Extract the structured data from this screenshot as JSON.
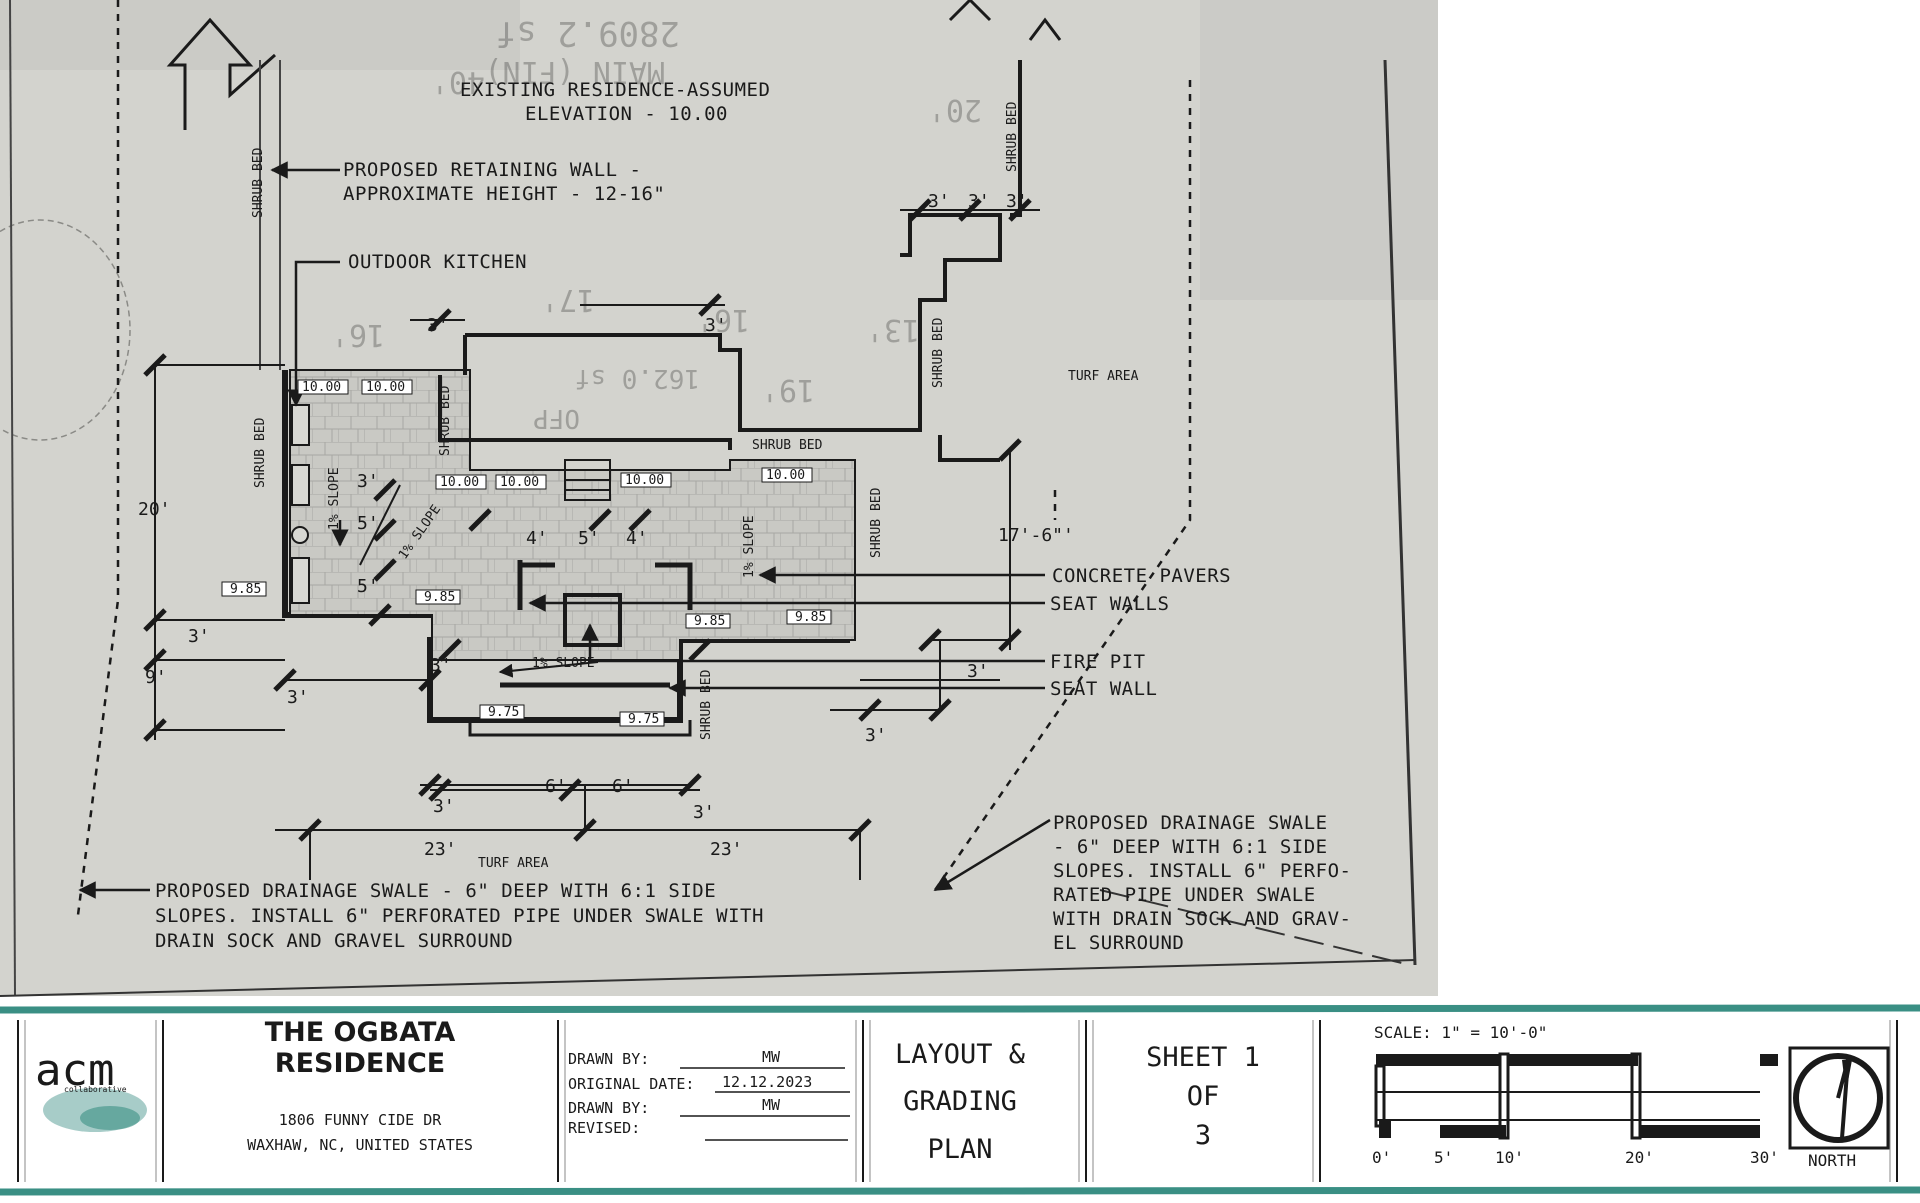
{
  "plan": {
    "residence_note_line1": "EXISTING RESIDENCE-ASSUMED",
    "residence_note_line2": "ELEVATION - 10.00",
    "bg_area": "2809.2 sf",
    "bg_main": "MAIN (FIN)",
    "bg_num_40": "40'",
    "bg_num_20": "20'",
    "bg_num_17": "17'",
    "bg_num_16": "16'",
    "bg_num_13": "13'",
    "bg_num_19": "19'",
    "bg_area2": "162.0 sf",
    "bg_ofp": "OFP",
    "retaining_wall_line1": "PROPOSED RETAINING WALL -",
    "retaining_wall_line2": "APPROXIMATE HEIGHT - 12-16\"",
    "outdoor_kitchen": "OUTDOOR KITCHEN",
    "shrub_bed": "SHRUB BED",
    "turf_area": "TURF AREA",
    "slope_1pct": "1% SLOPE",
    "concrete_pavers": "CONCRETE PAVERS",
    "seat_walls": "SEAT WALLS",
    "fire_pit": "FIRE PIT",
    "seat_wall": "SEAT WALL",
    "elev_1000": "10.00",
    "elev_985": "9.85",
    "elev_975": "9.75",
    "dim_3": "3'",
    "dim_4": "4'",
    "dim_5": "5'",
    "dim_6": "6'",
    "dim_9": "9'",
    "dim_20": "20'",
    "dim_23": "23'",
    "dim_17_6": "17'-6\"'",
    "swale_left_line1": "PROPOSED DRAINAGE SWALE - 6\" DEEP WITH 6:1 SIDE",
    "swale_left_line2": "SLOPES. INSTALL 6\" PERFORATED PIPE UNDER SWALE WITH",
    "swale_left_line3": "DRAIN SOCK AND GRAVEL SURROUND",
    "swale_right_line1": "PROPOSED DRAINAGE SWALE",
    "swale_right_line2": "- 6\" DEEP WITH 6:1 SIDE",
    "swale_right_line3": "SLOPES. INSTALL 6\" PERFO-",
    "swale_right_line4": "RATED PIPE UNDER SWALE",
    "swale_right_line5": "WITH DRAIN SOCK AND GRAV-",
    "swale_right_line6": "EL SURROUND"
  },
  "title_block": {
    "logo": "acm",
    "logo_sub": "collaborative",
    "project_line1": "THE OGBATA",
    "project_line2": "RESIDENCE",
    "address_line1": "1806 FUNNY CIDE DR",
    "address_line2": "WAXHAW, NC, UNITED STATES",
    "drawn_by_label": "DRAWN BY:",
    "drawn_by_value": "MW",
    "original_date_label": "ORIGINAL DATE:",
    "original_date_value": "12.12.2023",
    "drawn_by2_label": "DRAWN BY:",
    "drawn_by2_value": "MW",
    "revised_label": "REVISED:",
    "sheet_title_line1": "LAYOUT &",
    "sheet_title_line2": "GRADING",
    "sheet_title_line3": "PLAN",
    "sheet_line1": "SHEET 1",
    "sheet_line2": "OF",
    "sheet_line3": "3",
    "scale_label": "SCALE: 1\" = 10'-0\"",
    "scale_0": "0'",
    "scale_5": "5'",
    "scale_10": "10'",
    "scale_20": "20'",
    "scale_30": "30'",
    "north": "NORTH"
  },
  "colors": {
    "paper": "#d5d5d0",
    "ink": "#1a1a1a",
    "teal": "#3a8f84",
    "pavers": "#c6c6c1"
  }
}
